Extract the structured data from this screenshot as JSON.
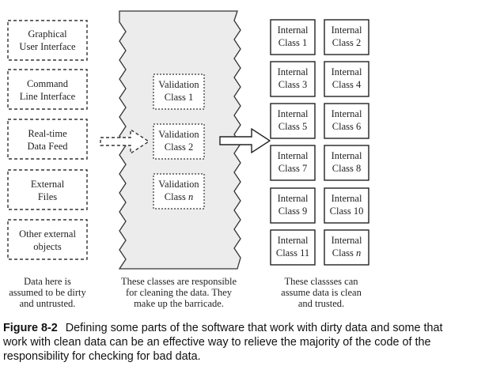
{
  "external_sources": [
    {
      "line1": "Graphical",
      "line2": "User Interface"
    },
    {
      "line1": "Command",
      "line2": "Line Interface"
    },
    {
      "line1": "Real-time",
      "line2": "Data Feed"
    },
    {
      "line1": "External",
      "line2": "Files"
    },
    {
      "line1": "Other external",
      "line2": "objects"
    }
  ],
  "validation_classes": [
    {
      "line1": "Validation",
      "line2": "Class 1",
      "italic_suffix": ""
    },
    {
      "line1": "Validation",
      "line2": "Class 2",
      "italic_suffix": ""
    },
    {
      "line1": "Validation",
      "line2": "Class ",
      "italic_suffix": "n"
    }
  ],
  "internal_classes": [
    {
      "line1": "Internal",
      "line2": "Class 1",
      "italic_suffix": ""
    },
    {
      "line1": "Internal",
      "line2": "Class 2",
      "italic_suffix": ""
    },
    {
      "line1": "Internal",
      "line2": "Class 3",
      "italic_suffix": ""
    },
    {
      "line1": "Internal",
      "line2": "Class 4",
      "italic_suffix": ""
    },
    {
      "line1": "Internal",
      "line2": "Class 5",
      "italic_suffix": ""
    },
    {
      "line1": "Internal",
      "line2": "Class 6",
      "italic_suffix": ""
    },
    {
      "line1": "Internal",
      "line2": "Class 7",
      "italic_suffix": ""
    },
    {
      "line1": "Internal",
      "line2": "Class 8",
      "italic_suffix": ""
    },
    {
      "line1": "Internal",
      "line2": "Class 9",
      "italic_suffix": ""
    },
    {
      "line1": "Internal",
      "line2": "Class 10",
      "italic_suffix": ""
    },
    {
      "line1": "Internal",
      "line2": "Class 11",
      "italic_suffix": ""
    },
    {
      "line1": "Internal",
      "line2": "Class ",
      "italic_suffix": "n"
    }
  ],
  "notes": {
    "left": [
      "Data here is",
      "assumed to be dirty",
      "and untrusted."
    ],
    "middle": [
      "These classes are responsible",
      "for cleaning the data. They",
      "make up the barricade."
    ],
    "right": [
      "These classses can",
      "assume data is clean",
      "and trusted."
    ]
  },
  "caption": {
    "label": "Figure 8-2",
    "line1": "Defining some parts of the software that work with dirty data and some that",
    "line2": "work with clean data can be an effective way to relieve the majority of the code of the",
    "line3": "responsibility for checking for bad data."
  }
}
